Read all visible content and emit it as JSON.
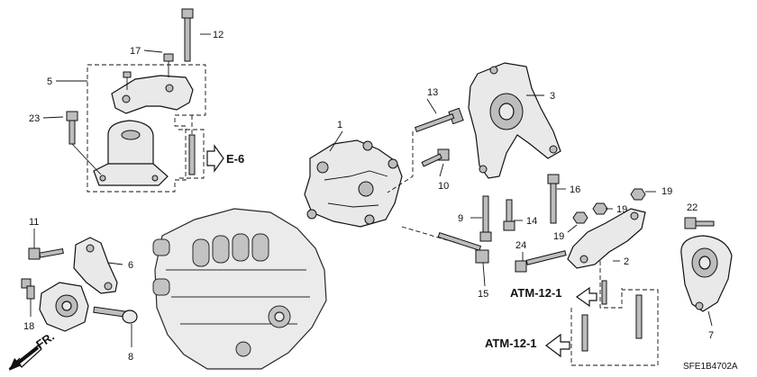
{
  "callouts": {
    "c1": "1",
    "c2": "2",
    "c3": "3",
    "c5": "5",
    "c6": "6",
    "c7": "7",
    "c8": "8",
    "c9": "9",
    "c10": "10",
    "c11": "11",
    "c12": "12",
    "c13": "13",
    "c14": "14",
    "c15": "15",
    "c16": "16",
    "c17": "17",
    "c18": "18",
    "c19a": "19",
    "c19b": "19",
    "c19c": "19",
    "c22": "22",
    "c23": "23",
    "c24": "24"
  },
  "refs": {
    "e6": "E-6",
    "atm_upper": "ATM-12-1",
    "atm_lower": "ATM-12-1",
    "front": "FR."
  },
  "diagram_code": "SFE1B4702A"
}
